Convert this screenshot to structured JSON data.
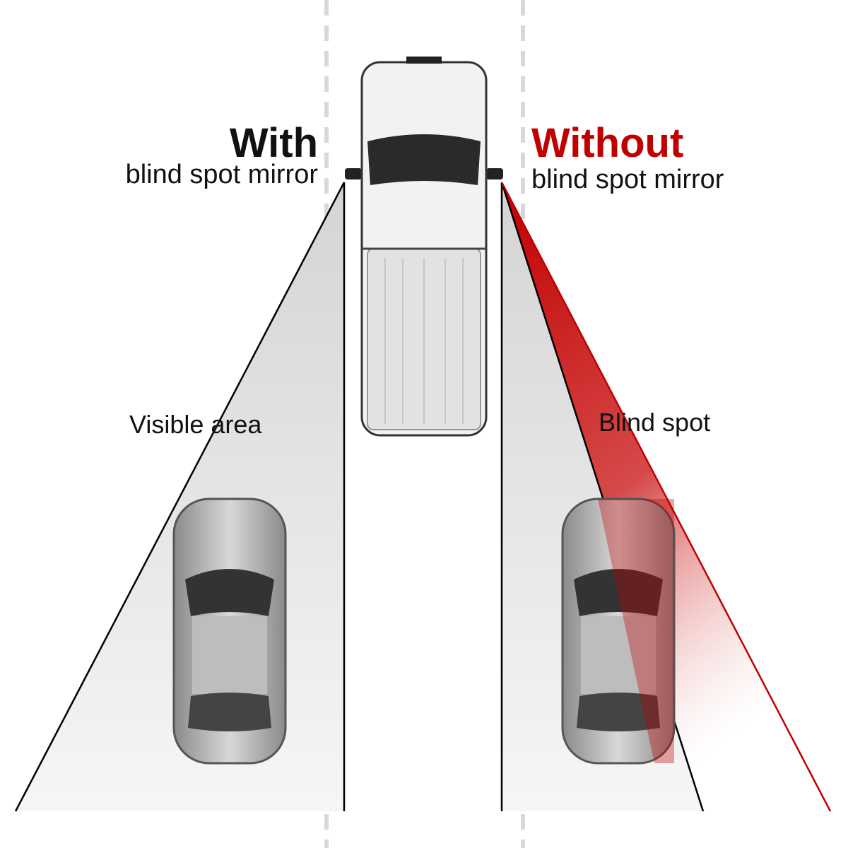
{
  "left_panel": {
    "title": "With",
    "subtitle": "blind spot mirror",
    "area_label": "Visible area"
  },
  "right_panel": {
    "title": "Without",
    "subtitle": "blind spot mirror",
    "area_label": "Blind spot"
  },
  "colors": {
    "accent_red": "#c00000",
    "lane_line": "#d8d8d8",
    "visible_fill": "#dcdcdc"
  }
}
